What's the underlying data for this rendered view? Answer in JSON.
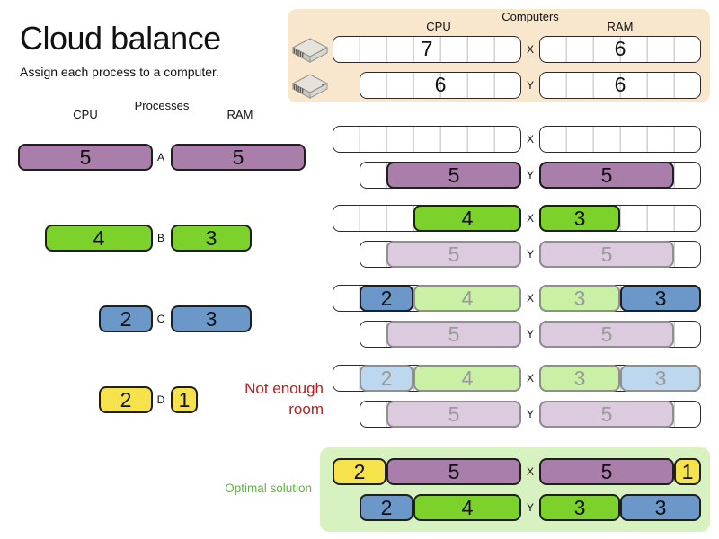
{
  "title": "Cloud balance",
  "subtitle": "Assign each process to a computer.",
  "annotations": {
    "notEnoughRoom": "Not enough room",
    "optimalSolution": "Optimal solution"
  },
  "colors": {
    "purple": "#a97eab",
    "purpleFaded": "#dccade",
    "green": "#7cd22b",
    "greenFaded": "#c9f0a4",
    "blue": "#6b97c9",
    "blueFaded": "#bdd7ee",
    "yellow": "#f6e24b",
    "panelBg": "#f9e7cd",
    "optimalBg": "#d7f2c0",
    "barBorder": "#1f1f1f",
    "slotBorder": "#2a2a2a",
    "cellLine": "#d2d2d2",
    "fadedText": "#9a9a9a",
    "notEnough": "#b22222",
    "optimalLabel": "#5cb73a",
    "text": "#111111"
  },
  "computersPanel": {
    "title": "Computers",
    "cpuHeader": "CPU",
    "ramHeader": "RAM",
    "computers": [
      {
        "name": "X",
        "cpu": 7,
        "ram": 6
      },
      {
        "name": "Y",
        "cpu": 6,
        "ram": 6
      }
    ]
  },
  "processesPanel": {
    "title": "Processes",
    "cpuHeader": "CPU",
    "ramHeader": "RAM",
    "processes": [
      {
        "name": "A",
        "cpu": 5,
        "ram": 5,
        "color": "purple"
      },
      {
        "name": "B",
        "cpu": 4,
        "ram": 3,
        "color": "green"
      },
      {
        "name": "C",
        "cpu": 2,
        "ram": 3,
        "color": "blue"
      },
      {
        "name": "D",
        "cpu": 2,
        "ram": 1,
        "color": "yellow"
      }
    ]
  },
  "steps": [
    {
      "rows": [
        {
          "computer": "X",
          "cpu": {
            "cap": 7,
            "segments": []
          },
          "ram": {
            "cap": 6,
            "segments": []
          }
        },
        {
          "computer": "Y",
          "cpu": {
            "cap": 6,
            "segments": [
              {
                "process": "A",
                "value": 5,
                "color": "purple",
                "faded": false
              }
            ]
          },
          "ram": {
            "cap": 6,
            "segments": [
              {
                "process": "A",
                "value": 5,
                "color": "purple",
                "faded": false
              }
            ]
          }
        }
      ]
    },
    {
      "rows": [
        {
          "computer": "X",
          "cpu": {
            "cap": 7,
            "segments": [
              {
                "process": "B",
                "value": 4,
                "color": "green",
                "faded": false
              }
            ]
          },
          "ram": {
            "cap": 6,
            "segments": [
              {
                "process": "B",
                "value": 3,
                "color": "green",
                "faded": false
              }
            ]
          }
        },
        {
          "computer": "Y",
          "cpu": {
            "cap": 6,
            "segments": [
              {
                "process": "A",
                "value": 5,
                "color": "purple",
                "faded": true
              }
            ]
          },
          "ram": {
            "cap": 6,
            "segments": [
              {
                "process": "A",
                "value": 5,
                "color": "purple",
                "faded": true
              }
            ]
          }
        }
      ]
    },
    {
      "rows": [
        {
          "computer": "X",
          "cpu": {
            "cap": 7,
            "segments": [
              {
                "process": "C",
                "value": 2,
                "color": "blue",
                "faded": false
              },
              {
                "process": "B",
                "value": 4,
                "color": "green",
                "faded": true
              }
            ]
          },
          "ram": {
            "cap": 6,
            "segments": [
              {
                "process": "B",
                "value": 3,
                "color": "green",
                "faded": true
              },
              {
                "process": "C",
                "value": 3,
                "color": "blue",
                "faded": false
              }
            ]
          }
        },
        {
          "computer": "Y",
          "cpu": {
            "cap": 6,
            "segments": [
              {
                "process": "A",
                "value": 5,
                "color": "purple",
                "faded": true
              }
            ]
          },
          "ram": {
            "cap": 6,
            "segments": [
              {
                "process": "A",
                "value": 5,
                "color": "purple",
                "faded": true
              }
            ]
          }
        }
      ]
    },
    {
      "annotation": "notEnoughRoom",
      "rows": [
        {
          "computer": "X",
          "cpu": {
            "cap": 7,
            "segments": [
              {
                "process": "C",
                "value": 2,
                "color": "blue",
                "faded": true
              },
              {
                "process": "B",
                "value": 4,
                "color": "green",
                "faded": true
              }
            ]
          },
          "ram": {
            "cap": 6,
            "segments": [
              {
                "process": "B",
                "value": 3,
                "color": "green",
                "faded": true
              },
              {
                "process": "C",
                "value": 3,
                "color": "blue",
                "faded": true
              }
            ]
          }
        },
        {
          "computer": "Y",
          "cpu": {
            "cap": 6,
            "segments": [
              {
                "process": "A",
                "value": 5,
                "color": "purple",
                "faded": true
              }
            ]
          },
          "ram": {
            "cap": 6,
            "segments": [
              {
                "process": "A",
                "value": 5,
                "color": "purple",
                "faded": true
              }
            ]
          }
        }
      ]
    }
  ],
  "optimal": {
    "label": "Optimal solution",
    "rows": [
      {
        "computer": "X",
        "cpu": {
          "cap": 7,
          "segments": [
            {
              "process": "D",
              "value": 2,
              "color": "yellow",
              "faded": false
            },
            {
              "process": "A",
              "value": 5,
              "color": "purple",
              "faded": false
            }
          ]
        },
        "ram": {
          "cap": 6,
          "segments": [
            {
              "process": "A",
              "value": 5,
              "color": "purple",
              "faded": false
            },
            {
              "process": "D",
              "value": 1,
              "color": "yellow",
              "faded": false
            }
          ]
        }
      },
      {
        "computer": "Y",
        "cpu": {
          "cap": 6,
          "segments": [
            {
              "process": "C",
              "value": 2,
              "color": "blue",
              "faded": false
            },
            {
              "process": "B",
              "value": 4,
              "color": "green",
              "faded": false
            }
          ]
        },
        "ram": {
          "cap": 6,
          "segments": [
            {
              "process": "B",
              "value": 3,
              "color": "green",
              "faded": false
            },
            {
              "process": "C",
              "value": 3,
              "color": "blue",
              "faded": false
            }
          ]
        }
      }
    ]
  }
}
